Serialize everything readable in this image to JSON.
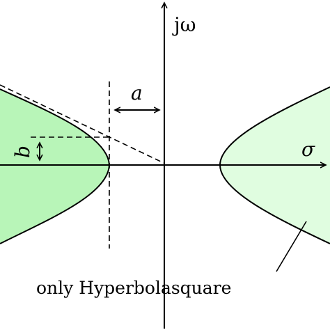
{
  "diagram": {
    "axes": {
      "imag_label": "jω",
      "real_label": "σ"
    },
    "dimension_labels": {
      "a": "a",
      "b": "b"
    },
    "annotation": "only Hyperbolasquare",
    "colors": {
      "left_fill": "#b8f5b8",
      "right_fill": "#e0fde0",
      "stroke": "#000000"
    }
  }
}
